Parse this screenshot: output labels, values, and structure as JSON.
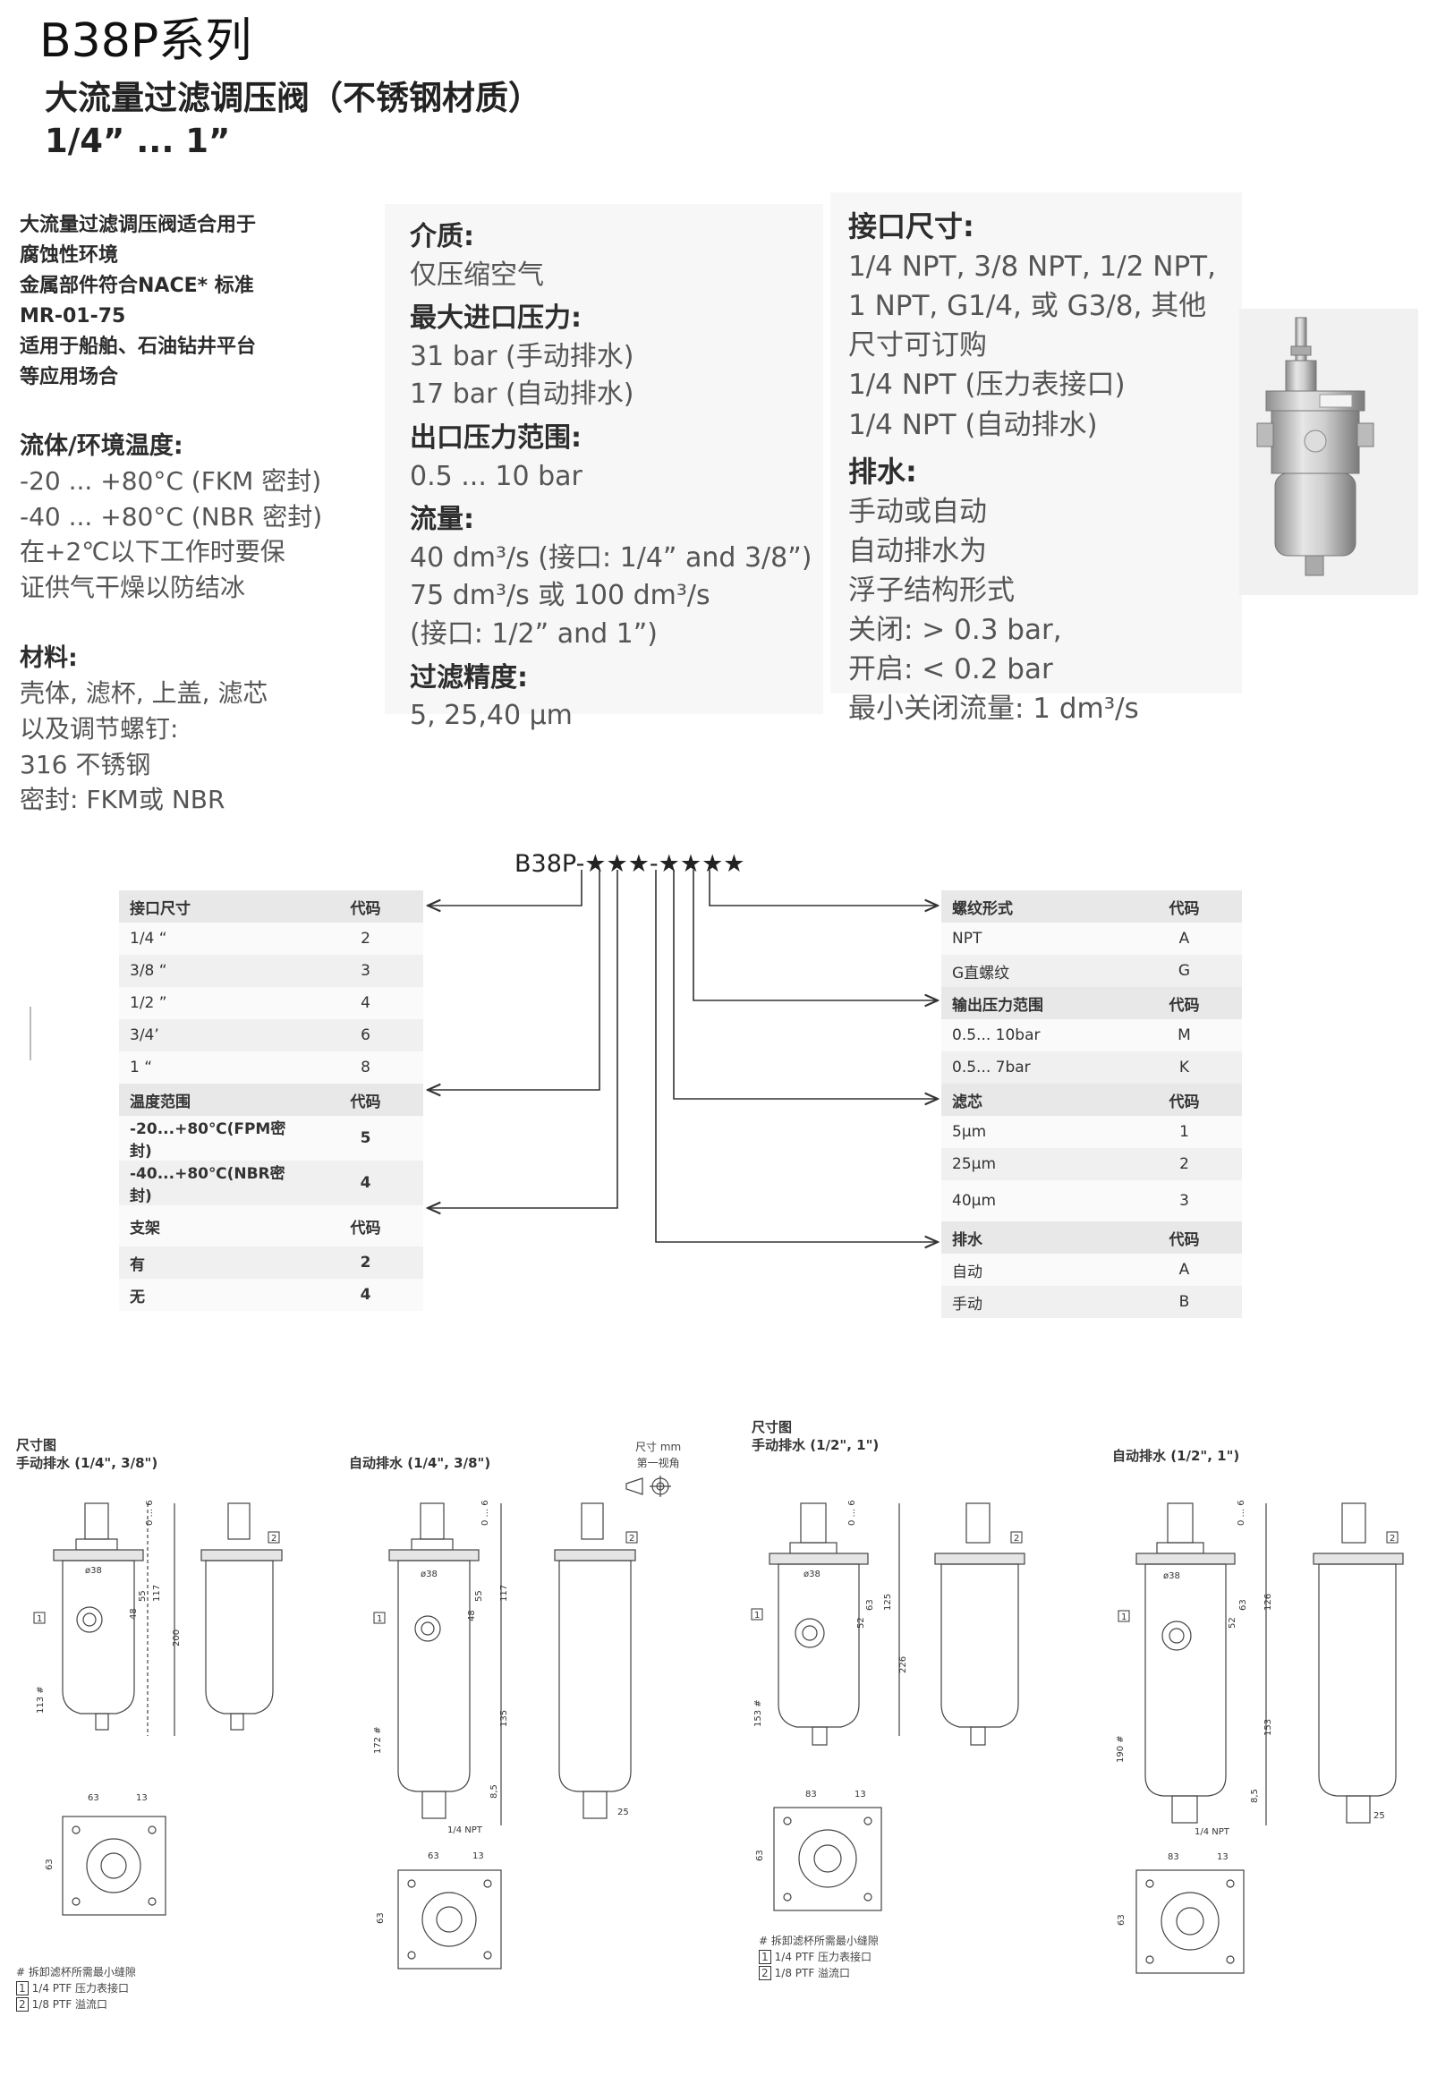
{
  "header": {
    "series": "B38P系列",
    "subtitle": "大流量过滤调压阀（不锈钢材质）",
    "size_range": "1/4” ... 1”"
  },
  "features_left": {
    "intro": [
      "大流量过滤调压阀适合用于",
      "腐蚀性环境",
      "金属部件符合NACE* 标准",
      "MR-01-75",
      "适用于船舶、石油钻井平台",
      "等应用场合"
    ],
    "temp_label": "流体/环境温度:",
    "temp_values": [
      "-20 ... +80°C (FKM 密封)",
      "-40 ... +80°C (NBR 密封)",
      "在+2℃以下工作时要保",
      "证供气干燥以防结冰"
    ],
    "material_label": "材料:",
    "material_values": [
      "壳体, 滤杯, 上盖, 滤芯",
      "以及调节螺钉:",
      "316 不锈钢",
      "密封: FKM或 NBR"
    ]
  },
  "features_mid": {
    "medium_label": "介质:",
    "medium_value": "仅压缩空气",
    "max_inlet_label": "最大进口压力:",
    "max_inlet_values": [
      "31 bar (手动排水)",
      "17 bar (自动排水)"
    ],
    "outlet_label": "出口压力范围:",
    "outlet_value": "0.5 ... 10 bar",
    "flow_label": "流量:",
    "flow_values": [
      "40 dm³/s (接口: 1/4” and 3/8”)",
      "75 dm³/s 或 100 dm³/s",
      "(接口: 1/2” and 1”)"
    ],
    "filter_label": "过滤精度:",
    "filter_value": "5, 25,40 µm"
  },
  "features_right": {
    "port_label": "接口尺寸:",
    "port_values": [
      "1/4 NPT, 3/8 NPT, 1/2 NPT,",
      "1 NPT, G1/4, 或 G3/8, 其他",
      "尺寸可订购",
      "1/4 NPT (压力表接口)",
      "1/4 NPT (自动排水)"
    ],
    "drain_label": "排水:",
    "drain_values": [
      "手动或自动",
      "自动排水为",
      "浮子结构形式",
      "关闭: > 0.3 bar,",
      "开启: < 0.2 bar",
      "最小关闭流量:  1 dm³/s"
    ]
  },
  "ordering": {
    "code": "B38P-★★★-★★★★",
    "left_tables": {
      "port": {
        "header": [
          "接口尺寸",
          "代码"
        ],
        "rows": [
          [
            "1/4 “",
            "2"
          ],
          [
            "3/8 “",
            "3"
          ],
          [
            "1/2 ”",
            "4"
          ],
          [
            "3/4’",
            "6"
          ],
          [
            "1 “",
            "8"
          ]
        ]
      },
      "temp": {
        "header": [
          "温度范围",
          "代码"
        ],
        "rows": [
          [
            "-20...+80℃(FPM密封)",
            "5"
          ],
          [
            "-40...+80℃(NBR密封)",
            "4"
          ]
        ]
      },
      "bracket": {
        "header": [
          "支架",
          "代码"
        ],
        "rows": [
          [
            "有",
            "2"
          ],
          [
            "无",
            "4"
          ]
        ]
      }
    },
    "right_tables": {
      "thread": {
        "header": [
          "螺纹形式",
          "代码"
        ],
        "rows": [
          [
            "NPT",
            "A"
          ],
          [
            "G直螺纹",
            "G"
          ]
        ]
      },
      "pressure": {
        "header": [
          "输出压力范围",
          "代码"
        ],
        "rows": [
          [
            "0.5... 10bar",
            "M"
          ],
          [
            "0.5... 7bar",
            "K"
          ]
        ]
      },
      "element": {
        "header": [
          "滤芯",
          "代码"
        ],
        "rows": [
          [
            "5µm",
            "1"
          ],
          [
            "25µm",
            "2"
          ],
          [
            "40µm",
            "3"
          ]
        ]
      },
      "drain": {
        "header": [
          "排水",
          "代码"
        ],
        "rows": [
          [
            "自动",
            "A"
          ],
          [
            "手动",
            "B"
          ]
        ]
      }
    }
  },
  "drawings": {
    "d1_title": [
      "尺寸图",
      "手动排水 (1/4\", 3/8\")"
    ],
    "d2_title": "自动排水 (1/4\", 3/8\")",
    "d2_unit": [
      "尺寸 mm",
      "第一视角"
    ],
    "d3_title": [
      "尺寸图",
      "手动排水 (1/2\", 1\")"
    ],
    "d4_title": "自动排水 (1/2\", 1\")",
    "dims_d1": [
      "0 ... 6",
      "117",
      "200",
      "55",
      "48",
      "113 #",
      "63",
      "63",
      "13",
      "ø38"
    ],
    "dims_d2": [
      "0 ... 6",
      "117",
      "55",
      "48",
      "135",
      "172 #",
      "8,5",
      "63",
      "63",
      "13",
      "25",
      "ø38",
      "1/4 NPT"
    ],
    "dims_d3": [
      "0 ... 6",
      "125",
      "226",
      "63",
      "52",
      "153 #",
      "83",
      "63",
      "13",
      "ø38"
    ],
    "dims_d4": [
      "0 ... 6",
      "126",
      "63",
      "52",
      "153",
      "190 #",
      "8,5",
      "83",
      "63",
      "13",
      "25",
      "ø38",
      "1/4 NPT"
    ],
    "notes_left": [
      "#  拆卸滤杯所需最小缝隙",
      "1/4 PTF 压力表接口",
      "1/8 PTF 溢流口"
    ],
    "notes_right": [
      "#  拆卸滤杯所需最小缝隙",
      "1/4 PTF 压力表接口",
      "1/8 PTF 溢流口"
    ],
    "callouts": [
      "1",
      "2"
    ]
  }
}
